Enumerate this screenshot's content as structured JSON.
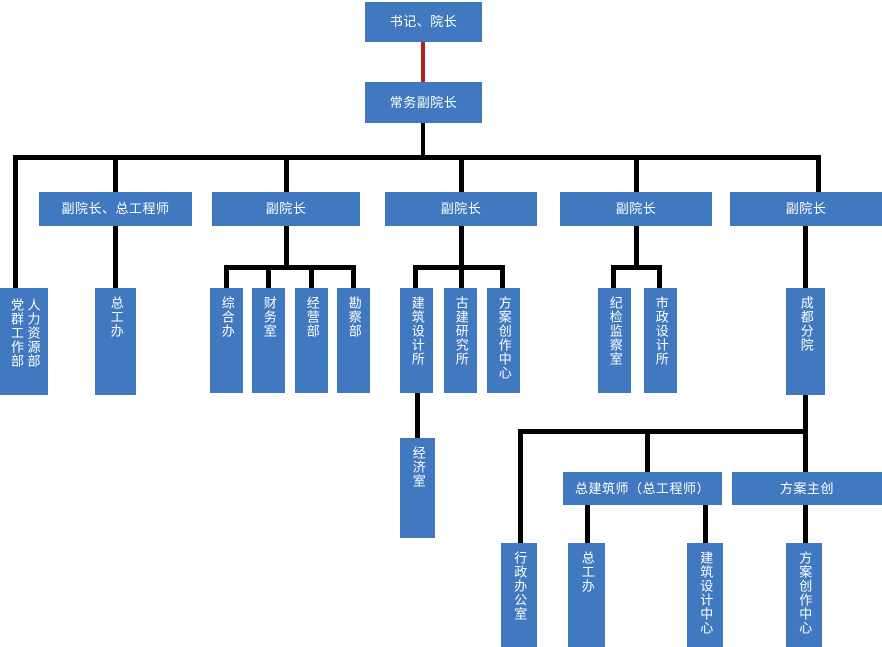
{
  "diagram": {
    "title_node": "书记、院长",
    "colors": {
      "node_fill": "#4179c0",
      "node_text": "#ffffff",
      "connector": "#000000",
      "highlight_connector": "#b02020",
      "background": "#ffffff"
    }
  },
  "nodes": {
    "level0": {
      "secretary_president": "书记、院长"
    },
    "level1": {
      "executive_vice_president": "常务副院长"
    },
    "level2": [
      {
        "id": "vp_chief_engineer",
        "label": "副院长、总工程师"
      },
      {
        "id": "vp_2",
        "label": "副院长"
      },
      {
        "id": "vp_3",
        "label": "副院长"
      },
      {
        "id": "vp_4",
        "label": "副院长"
      },
      {
        "id": "vp_5",
        "label": "副院长"
      }
    ],
    "level3": [
      {
        "id": "hr_party",
        "col_a": "人力资源部",
        "col_b": "党群工作部"
      },
      {
        "id": "chief_engineer_office",
        "label": "总工办"
      },
      {
        "id": "general_office",
        "label": "综合办"
      },
      {
        "id": "finance_office",
        "label": "财务室"
      },
      {
        "id": "operations_dept",
        "label": "经营部"
      },
      {
        "id": "survey_dept",
        "label": "勘察部"
      },
      {
        "id": "arch_design_institute",
        "label": "建筑设计所"
      },
      {
        "id": "ancient_arch_institute",
        "label": "古建研究所"
      },
      {
        "id": "scheme_creation_center",
        "label": "方案创作中心"
      },
      {
        "id": "discipline_inspection_office",
        "label": "纪检监察室"
      },
      {
        "id": "municipal_design_institute",
        "label": "市政设计所"
      },
      {
        "id": "chengdu_branch",
        "label": "成都分院"
      }
    ],
    "level4": [
      {
        "id": "economics_office",
        "label": "经济室"
      },
      {
        "id": "chief_architect",
        "label": "总建筑师（总工程师）"
      },
      {
        "id": "scheme_lead",
        "label": "方案主创"
      }
    ],
    "level5": [
      {
        "id": "admin_office",
        "label": "行政办公室"
      },
      {
        "id": "chief_eng_office_cd",
        "label": "总工办"
      },
      {
        "id": "arch_design_center",
        "label": "建筑设计中心"
      },
      {
        "id": "scheme_creation_center_cd",
        "label": "方案创作中心"
      }
    ]
  }
}
